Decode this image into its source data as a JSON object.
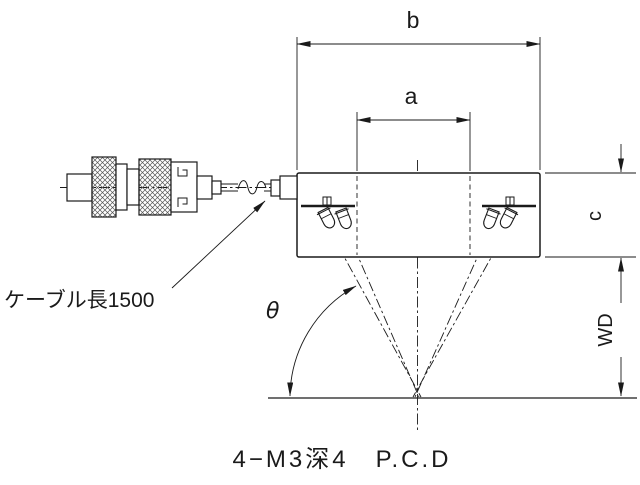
{
  "diagram": {
    "labels": {
      "dim_b": "b",
      "dim_a": "a",
      "dim_c": "c",
      "dim_wd": "WD",
      "angle": "θ",
      "cable_note": "ケーブル長1500",
      "bottom_note": "4−M3深4　P.C.D"
    },
    "colors": {
      "line": "#1a1a1a",
      "background": "#ffffff"
    }
  }
}
